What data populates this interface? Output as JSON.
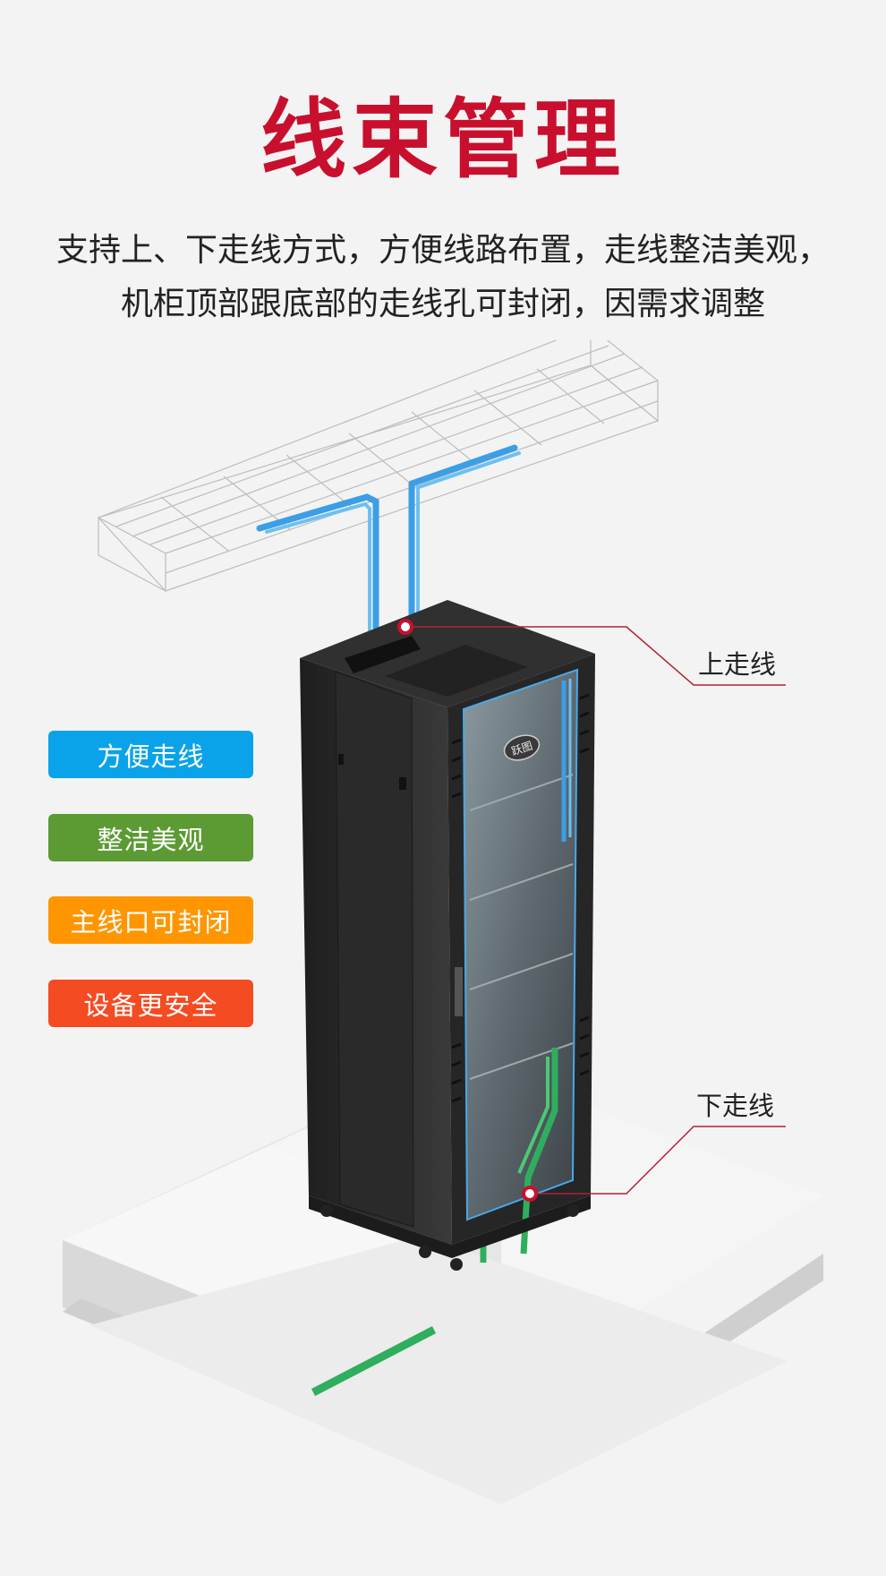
{
  "title": "线束管理",
  "description": {
    "line1": "支持上、下走线方式，方便线路布置，走线整洁美观，",
    "line2": "机柜顶部跟底部的走线孔可封闭，因需求调整"
  },
  "features": [
    {
      "label": "方便走线",
      "color": "#0aa3ea"
    },
    {
      "label": "整洁美观",
      "color": "#5c9a34"
    },
    {
      "label": "主线口可封闭",
      "color": "#ff9500"
    },
    {
      "label": "设备更安全",
      "color": "#f44b22"
    }
  ],
  "callouts": {
    "top": "上走线",
    "bottom": "下走线"
  },
  "cabinet_logo": "跃图",
  "colors": {
    "title": "#c8102e",
    "cable_top": "#3b9fe6",
    "cable_bottom": "#2fae5e",
    "callout_line": "#b22234",
    "cabinet": "#2b2b2b"
  }
}
